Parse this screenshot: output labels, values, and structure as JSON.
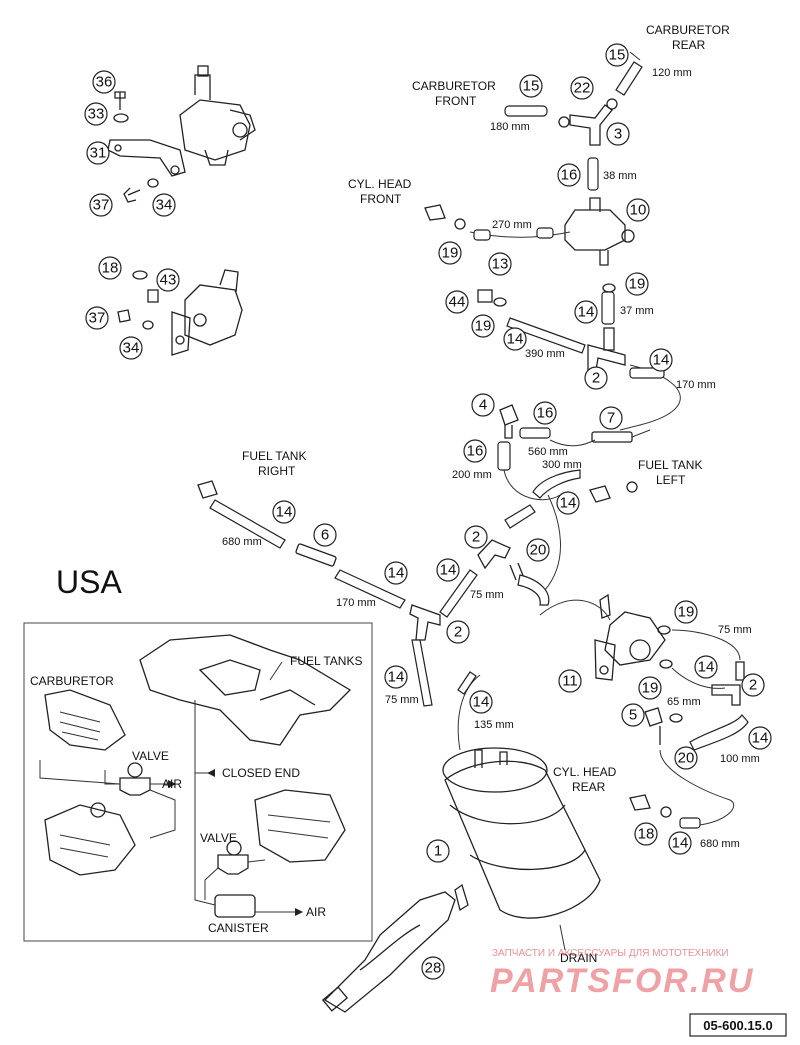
{
  "region_title": "USA",
  "document_code": "05-600.15.0",
  "watermark": {
    "top_text": "ЗАПЧАСТИ И АКСЕССУАРЫ ДЛЯ МОТОТЕХНИКИ",
    "logo_text": "PARTSFOR.RU",
    "color": "#e0303a"
  },
  "labels": {
    "carb_rear_1": "CARBURETOR",
    "carb_rear_2": "REAR",
    "carb_front_1": "CARBURETOR",
    "carb_front_2": "FRONT",
    "cyl_front_1": "CYL. HEAD",
    "cyl_front_2": "FRONT",
    "tank_right_1": "FUEL TANK",
    "tank_right_2": "RIGHT",
    "tank_left_1": "FUEL TANK",
    "tank_left_2": "LEFT",
    "cyl_rear_1": "CYL. HEAD",
    "cyl_rear_2": "REAR",
    "drain": "DRAIN"
  },
  "dimensions": {
    "d120": "120 mm",
    "d180": "180 mm",
    "d38": "38 mm",
    "d270": "270 mm",
    "d37": "37 mm",
    "d390": "390 mm",
    "d170a": "170 mm",
    "d560": "560 mm",
    "d300": "300 mm",
    "d200": "200 mm",
    "d680a": "680 mm",
    "d170b": "170 mm",
    "d75a": "75 mm",
    "d75b": "75 mm",
    "d135": "135 mm",
    "d75c": "75 mm",
    "d65": "65 mm",
    "d100": "100 mm",
    "d680b": "680 mm"
  },
  "callouts": {
    "c36": "36",
    "c33": "33",
    "c31": "31",
    "c37a": "37",
    "c34a": "34",
    "c18a": "18",
    "c43": "43",
    "c37b": "37",
    "c34b": "34",
    "c15a": "15",
    "c15b": "15",
    "c22": "22",
    "c3": "3",
    "c16a": "16",
    "c10": "10",
    "c19a": "19",
    "c13": "13",
    "c19b": "19",
    "c44": "44",
    "c19c": "19",
    "c14a": "14",
    "c14b": "14",
    "c2a": "2",
    "c14c": "14",
    "c4": "4",
    "c16b": "16",
    "c7": "7",
    "c16c": "16",
    "c14d": "14",
    "c14e": "14",
    "c6": "6",
    "c14f": "14",
    "c2b": "2",
    "c20a": "20",
    "c14g": "14",
    "c2c": "2",
    "c14h": "14",
    "c14i": "14",
    "c19d": "19",
    "c11": "11",
    "c14j": "14",
    "c19e": "19",
    "c2d": "2",
    "c5": "5",
    "c14k": "14",
    "c20b": "20",
    "c18b": "18",
    "c14l": "14",
    "c1": "1",
    "c28": "28"
  },
  "inset": {
    "carburetor": "CARBURETOR",
    "fuel_tanks": "FUEL TANKS",
    "valve_1": "VALVE",
    "air_1": "AIR",
    "closed_end": "CLOSED END",
    "valve_2": "VALVE",
    "air_2": "AIR",
    "canister": "CANISTER"
  }
}
